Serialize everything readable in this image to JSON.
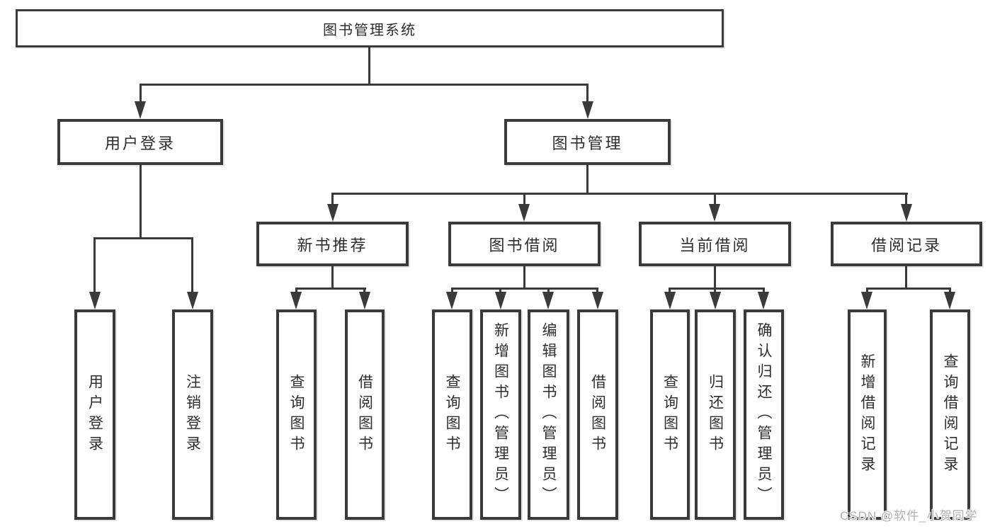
{
  "diagram_type": "hierarchy-tree",
  "colors": {
    "line": "#3a3a3a",
    "text": "#2e2e2e",
    "background": "#ffffff",
    "watermark": "#b0b0b0"
  },
  "nodes": {
    "root": {
      "label": "图书管理系统"
    },
    "level2": [
      {
        "label": "用户登录",
        "parent": "图书管理系统"
      },
      {
        "label": "图书管理",
        "parent": "图书管理系统"
      }
    ],
    "level3": [
      {
        "label": "新书推荐",
        "parent": "图书管理"
      },
      {
        "label": "图书借阅",
        "parent": "图书管理"
      },
      {
        "label": "当前借阅",
        "parent": "图书管理"
      },
      {
        "label": "借阅记录",
        "parent": "图书管理"
      }
    ],
    "leaves": [
      {
        "label": "用户登录",
        "parent": "用户登录"
      },
      {
        "label": "注销登录",
        "parent": "用户登录"
      },
      {
        "label": "查询图书",
        "parent": "新书推荐"
      },
      {
        "label": "借阅图书",
        "parent": "新书推荐"
      },
      {
        "label": "查询图书",
        "parent": "图书借阅"
      },
      {
        "label": "新增图书（管理员）",
        "parent": "图书借阅"
      },
      {
        "label": "编辑图书（管理员）",
        "parent": "图书借阅"
      },
      {
        "label": "借阅图书",
        "parent": "图书借阅"
      },
      {
        "label": "查询图书",
        "parent": "当前借阅"
      },
      {
        "label": "归还图书",
        "parent": "当前借阅"
      },
      {
        "label": "确认归还（管理员）",
        "parent": "当前借阅"
      },
      {
        "label": "新增借阅记录",
        "parent": "借阅记录"
      },
      {
        "label": "查询借阅记录",
        "parent": "借阅记录"
      }
    ]
  },
  "watermark": {
    "text": "CSDN @软件_小贺同学"
  }
}
